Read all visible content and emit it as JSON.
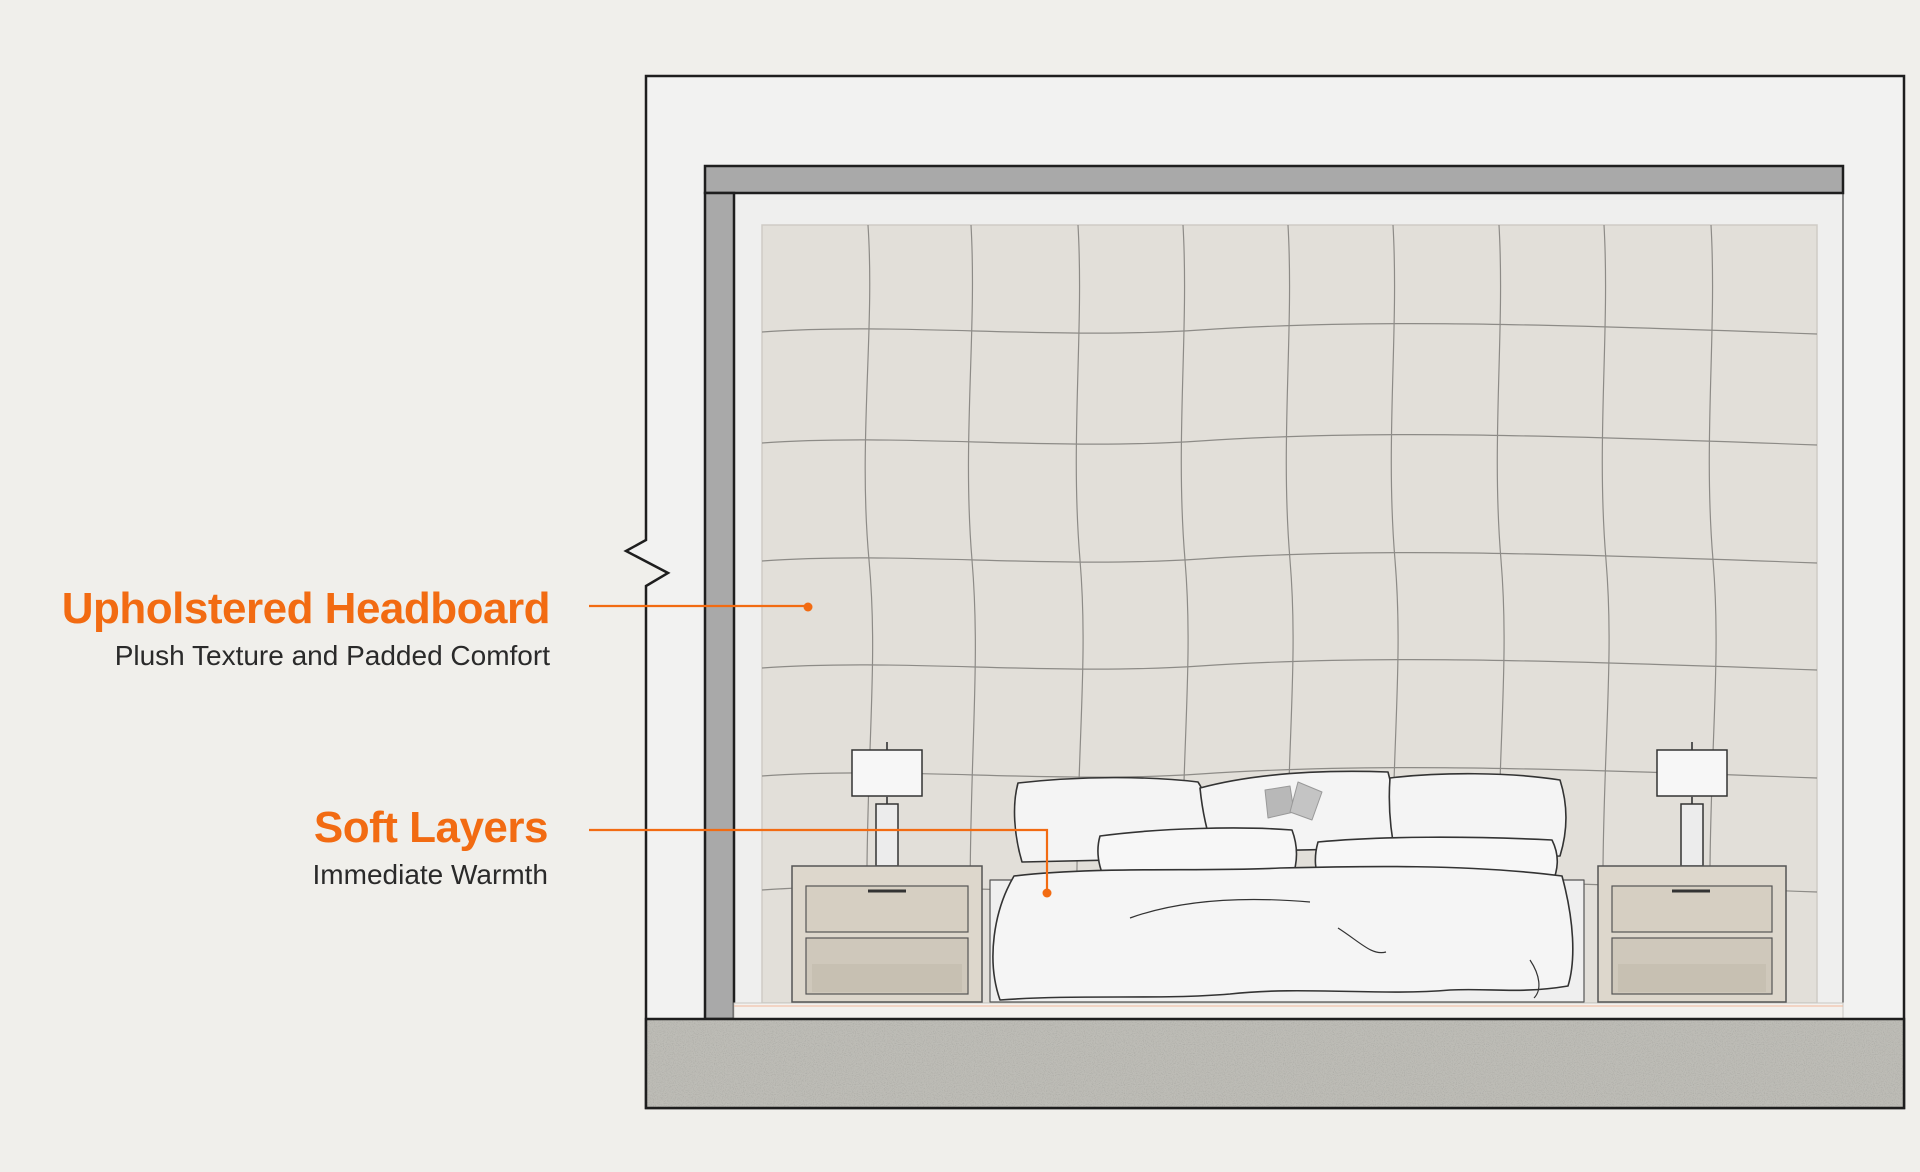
{
  "callouts": [
    {
      "title": "Upholstered Headboard",
      "subtitle": "Plush Texture and Padded Comfort"
    },
    {
      "title": "Soft Layers",
      "subtitle": "Immediate Warmth"
    }
  ],
  "colors": {
    "background": "#f0efeb",
    "accent": "#f26b12",
    "text": "#2a2a2a",
    "wall_panel": "#e2dfd9",
    "wall_outline": "#1e1e1e",
    "frame_gray": "#a9a9a9",
    "floor_concrete": "#bdbcb6",
    "nightstand_wood": "#ddd7cc",
    "bedding": "#f2f2f2"
  }
}
